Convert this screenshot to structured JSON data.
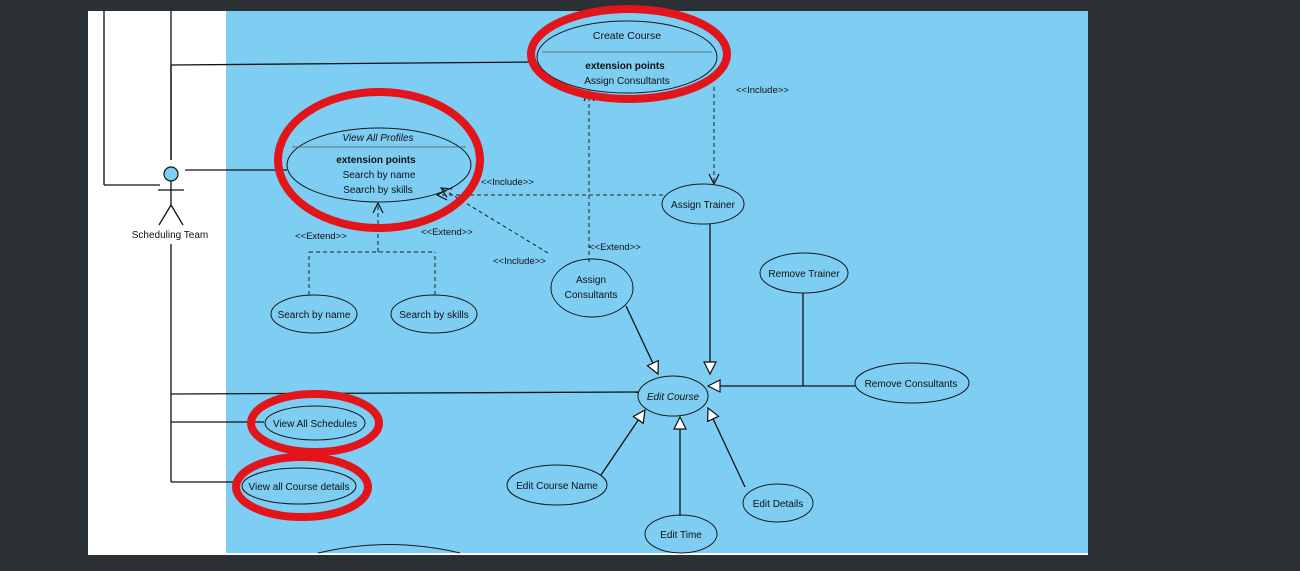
{
  "colors": {
    "background": "#2b3035",
    "diagram_bg": "#7ecdf3",
    "left_panel": "#ffffff",
    "highlight": "#e3141a"
  },
  "actor": {
    "label": "Scheduling Team",
    "icon": "stick-figure-icon"
  },
  "use_cases": {
    "create_course": "Create Course",
    "create_ext_title": "extension points",
    "create_ext_1": "Assign Consultants",
    "view_profiles": "View All Profiles",
    "profiles_ext_title": "extension points",
    "profiles_ext_1": "Search by name",
    "profiles_ext_2": "Search by skills",
    "search_name": "Search by name",
    "search_skills": "Search by skills",
    "assign_cons_1": "Assign",
    "assign_cons_2": "Consultants",
    "assign_trainer": "Assign Trainer",
    "remove_trainer": "Remove Trainer",
    "remove_consultants": "Remove Consultants",
    "edit_course": "Edit Course",
    "view_schedules": "View All Schedules",
    "view_course_details": "View all Course details",
    "edit_course_name": "Edit Course Name",
    "edit_time": "Edit Time",
    "edit_details": "Edit Details"
  },
  "stereotypes": {
    "include_top": "<<Include>>",
    "include_profiles": "<<Include>>",
    "include_assign": "<<Include>>",
    "extend_left": "<<Extend>>",
    "extend_right": "<<Extend>>",
    "extend_assign": "<<Extend>>"
  }
}
